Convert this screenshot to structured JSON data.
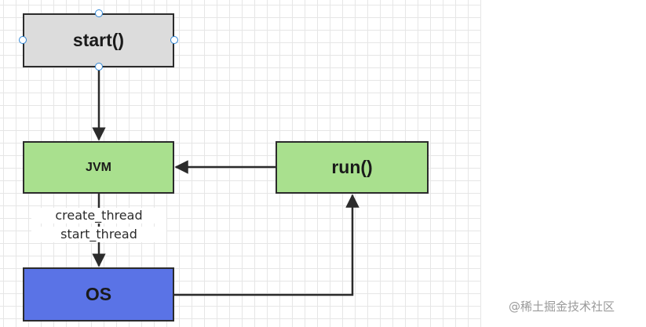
{
  "nodes": {
    "start": "start()",
    "jvm": "JVM",
    "run": "run()",
    "os": "OS"
  },
  "edges": {
    "jvm_to_os_label_1": "create_thread",
    "jvm_to_os_label_2": "start_thread"
  },
  "watermark": "@稀土掘金技术社区",
  "colors": {
    "start_fill": "#dcdcdc",
    "process_fill": "#a9e08e",
    "os_fill": "#5a73e6",
    "selection_handle": "#2f86d6"
  }
}
